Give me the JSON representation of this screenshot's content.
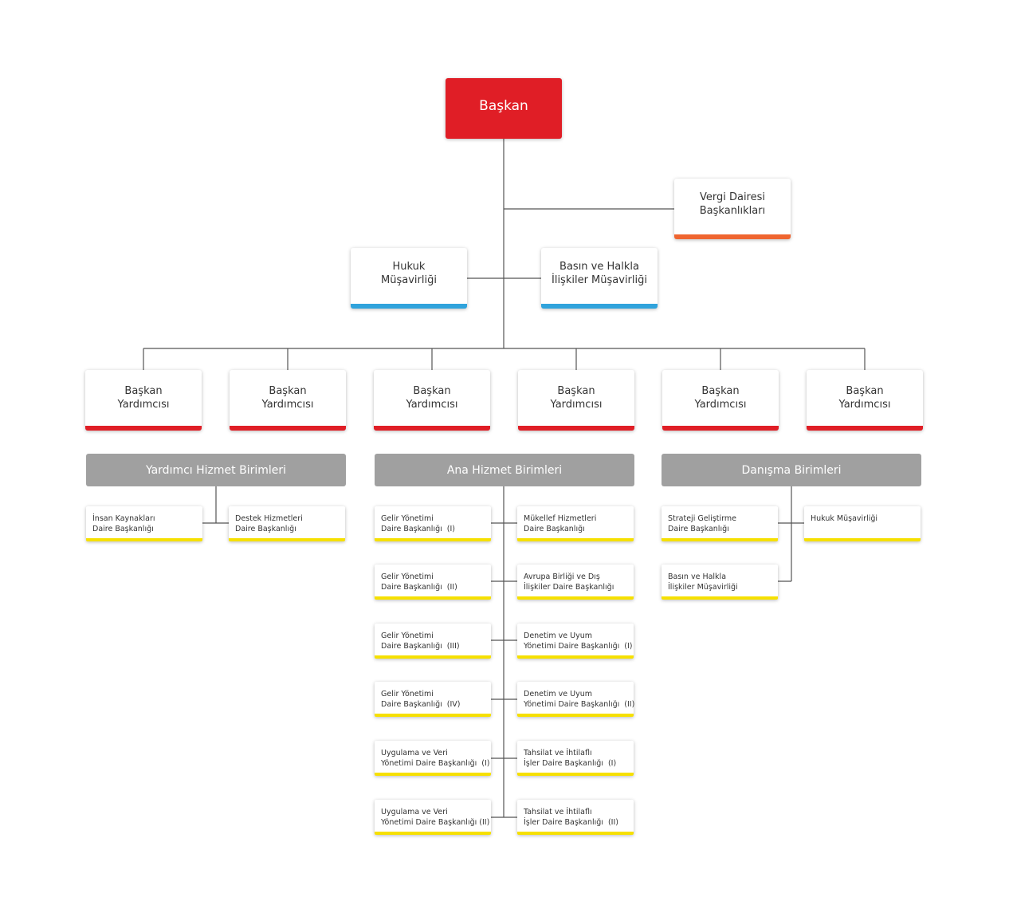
{
  "colors": {
    "line": "#555555",
    "red": "#e01e26",
    "orange": "#ef6530",
    "blue": "#30a3dc",
    "yellow": "#f6e000",
    "gray": "#a0a0a0"
  },
  "top": {
    "label": "Başkan"
  },
  "vergi": {
    "label": "Vergi Dairesi\nBaşkanlıkları"
  },
  "hukuk": {
    "label": "Hukuk\nMüşavirliği"
  },
  "basin": {
    "label": "Basın ve Halkla\nİlişkiler Müşavirliği"
  },
  "vice_presidents": [
    {
      "label": "Başkan\nYardımcısı"
    },
    {
      "label": "Başkan\nYardımcısı"
    },
    {
      "label": "Başkan\nYardımcısı"
    },
    {
      "label": "Başkan\nYardımcısı"
    },
    {
      "label": "Başkan\nYardımcısı"
    },
    {
      "label": "Başkan\nYardımcısı"
    }
  ],
  "groups": [
    {
      "title": "Yardımcı Hizmet Birimleri",
      "units": [
        {
          "label": "İnsan Kaynakları\nDaire Başkanlığı"
        },
        {
          "label": "Destek Hizmetleri\nDaire Başkanlığı"
        }
      ]
    },
    {
      "title": "Ana Hizmet Birimleri",
      "units": [
        {
          "label": "Gelir Yönetimi\nDaire Başkanlığı  (I)"
        },
        {
          "label": "Mükellef Hizmetleri\nDaire Başkanlığı"
        },
        {
          "label": "Gelir Yönetimi\nDaire Başkanlığı  (II)"
        },
        {
          "label": "Avrupa Birliği ve Dış\nİlişkiler Daire Başkanlığı"
        },
        {
          "label": "Gelir Yönetimi\nDaire Başkanlığı  (III)"
        },
        {
          "label": "Denetim ve Uyum\nYönetimi Daire Başkanlığı  (I)"
        },
        {
          "label": "Gelir Yönetimi\nDaire Başkanlığı  (IV)"
        },
        {
          "label": "Denetim ve Uyum\nYönetimi Daire Başkanlığı  (II)"
        },
        {
          "label": "Uygulama ve Veri\nYönetimi Daire Başkanlığı  (I)"
        },
        {
          "label": "Tahsilat ve İhtilaflı\nİşler Daire Başkanlığı  (I)"
        },
        {
          "label": "Uygulama ve Veri\nYönetimi Daire Başkanlığı (II)"
        },
        {
          "label": "Tahsilat ve İhtilaflı\nİşler Daire Başkanlığı  (II)"
        }
      ]
    },
    {
      "title": "Danışma Birimleri",
      "units": [
        {
          "label": "Strateji Geliştirme\nDaire Başkanlığı"
        },
        {
          "label": "Hukuk Müşavirliği"
        },
        {
          "label": "Basın ve Halkla\nİlişkiler Müşavirliği"
        }
      ]
    }
  ]
}
